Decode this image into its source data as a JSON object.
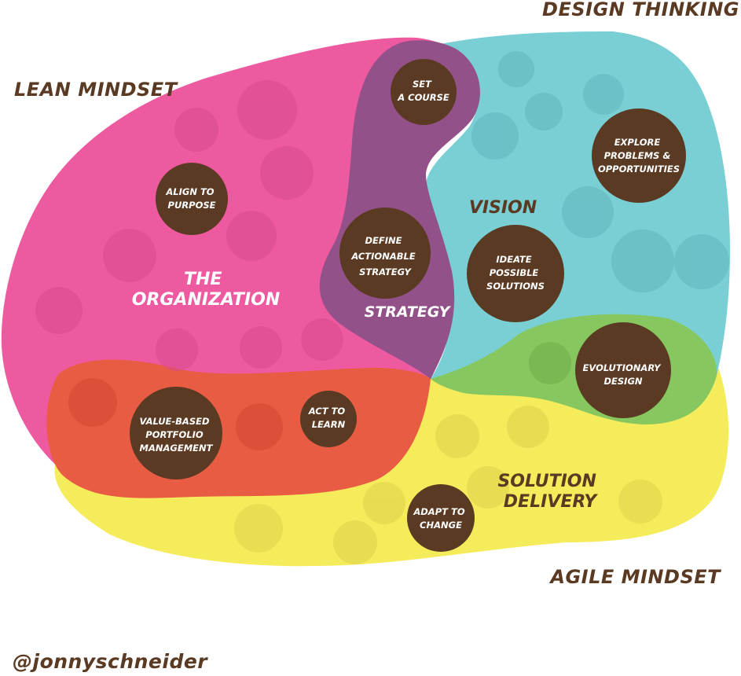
{
  "corner_labels": {
    "lean_mindset": "LEAN MINDSET",
    "design_thinking": "DESIGN THINKING",
    "agile_mindset": "AGILE MINDSET",
    "author_handle": "@jonnyschneider"
  },
  "regions": {
    "organization": [
      "THE",
      "ORGANIZATION"
    ],
    "strategy": [
      "STRATEGY"
    ],
    "vision": [
      "VISION"
    ],
    "solution_delivery": [
      "SOLUTION",
      "DELIVERY"
    ]
  },
  "nodes": {
    "set_course": [
      "SET",
      "A COURSE"
    ],
    "align_purpose": [
      "ALIGN TO",
      "PURPOSE"
    ],
    "define_strategy": [
      "DEFINE",
      "ACTIONABLE",
      "STRATEGY"
    ],
    "explore_problems": [
      "EXPLORE",
      "PROBLEMS &",
      "OPPORTUNITIES"
    ],
    "ideate_solutions": [
      "IDEATE",
      "POSSIBLE",
      "SOLUTIONS"
    ],
    "evolutionary_design": [
      "EVOLUTIONARY",
      "DESIGN"
    ],
    "value_portfolio": [
      "VALUE-BASED",
      "PORTFOLIO",
      "MANAGEMENT"
    ],
    "act_learn": [
      "ACT TO",
      "LEARN"
    ],
    "adapt_change": [
      "ADAPT TO",
      "CHANGE"
    ]
  },
  "colors": {
    "organization": "#ee5aa0",
    "strategy": "#935189",
    "vision": "#79cfd3",
    "solution_delivery": "#f5ec5c",
    "portfolio": "#e85c44",
    "evolution": "#86c75f",
    "node": "#5a3a22",
    "label_text": "#5a3a22"
  }
}
